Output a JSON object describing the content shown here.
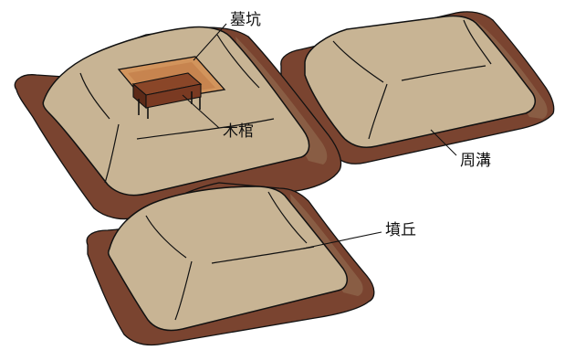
{
  "labels": {
    "grave_pit": "墓坑",
    "wooden_coffin": "木棺",
    "ditch": "周溝",
    "mound": "墳丘"
  },
  "colors": {
    "mound_fill": "#c8b494",
    "ditch_fill": "#7a4430",
    "ditch_shadow": "#8c6248",
    "pit_fill": "#d2945c",
    "coffin_fill": "#7a3a22",
    "outline": "#111111",
    "background": "#ffffff"
  }
}
